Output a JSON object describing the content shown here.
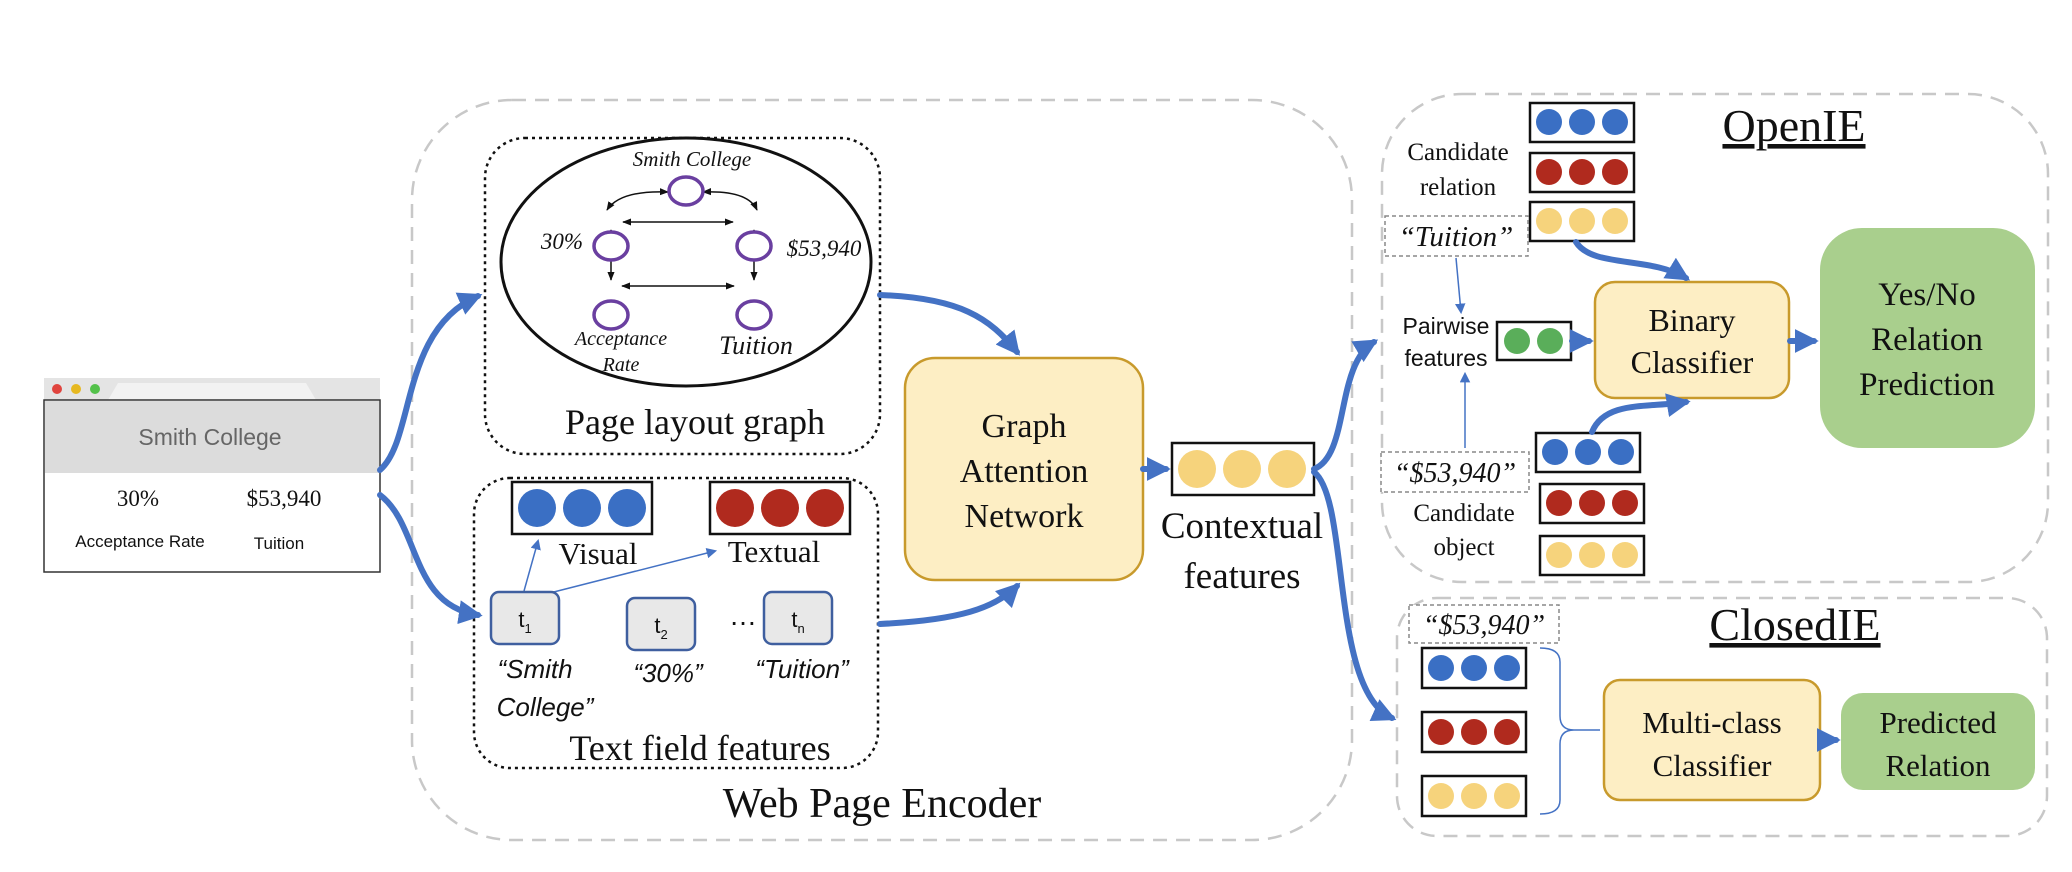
{
  "browser": {
    "title": "Smith College",
    "acceptance_value": "30%",
    "tuition_value": "$53,940",
    "acceptance_label": "Acceptance Rate",
    "tuition_label": "Tuition",
    "dot_colors": [
      "#e0443e",
      "#e6b820",
      "#53c14a"
    ]
  },
  "encoder": {
    "title": "Web Page Encoder",
    "layout_graph": {
      "caption": "Page layout graph",
      "node_smith": "Smith College",
      "node_30": "30%",
      "node_tuition_value": "$53,940",
      "node_acceptance_1": "Acceptance",
      "node_acceptance_2": "Rate",
      "node_tuition": "Tuition"
    },
    "text_fields": {
      "caption": "Text field features",
      "visual_label": "Visual",
      "textual_label": "Textual",
      "ellipsis": "…",
      "t1_base": "t",
      "t1_sub": "1",
      "t2_base": "t",
      "t2_sub": "2",
      "tn_base": "t",
      "tn_sub": "n",
      "field1_line1": "“Smith",
      "field1_line2": "College”",
      "field2": "“30%”",
      "field3": "“Tuition”"
    },
    "gat": {
      "line1": "Graph",
      "line2": "Attention",
      "line3": "Network"
    },
    "contextual_1": "Contextual",
    "contextual_2": "features"
  },
  "openie": {
    "title": "OpenIE",
    "candidate_relation_1": "Candidate",
    "candidate_relation_2": "relation",
    "tuition_quote": "“Tuition”",
    "pairwise_1": "Pairwise",
    "pairwise_2": "features",
    "value_quote": "“$53,940”",
    "candidate_object_1": "Candidate",
    "candidate_object_2": "object",
    "classifier_1": "Binary",
    "classifier_2": "Classifier",
    "prediction_1": "Yes/No",
    "prediction_2": "Relation",
    "prediction_3": "Prediction"
  },
  "closedie": {
    "title": "ClosedIE",
    "value_quote": "“$53,940”",
    "classifier_1": "Multi-class",
    "classifier_2": "Classifier",
    "predicted_1": "Predicted",
    "predicted_2": "Relation"
  },
  "colors": {
    "arrow": "#4472c4",
    "blue_dot": "#3a6fc4",
    "red_dot": "#b02a1e",
    "yellow_dot": "#f6d37c",
    "green_dot": "#5aae5a",
    "node_purple": "#6a3fa0",
    "panel_yellow": "#fdeec4",
    "panel_yellow_border": "#c89a2c",
    "panel_green": "#a9cf8d",
    "token_fill": "#e8e8e8",
    "token_border": "#3f5f9f"
  }
}
